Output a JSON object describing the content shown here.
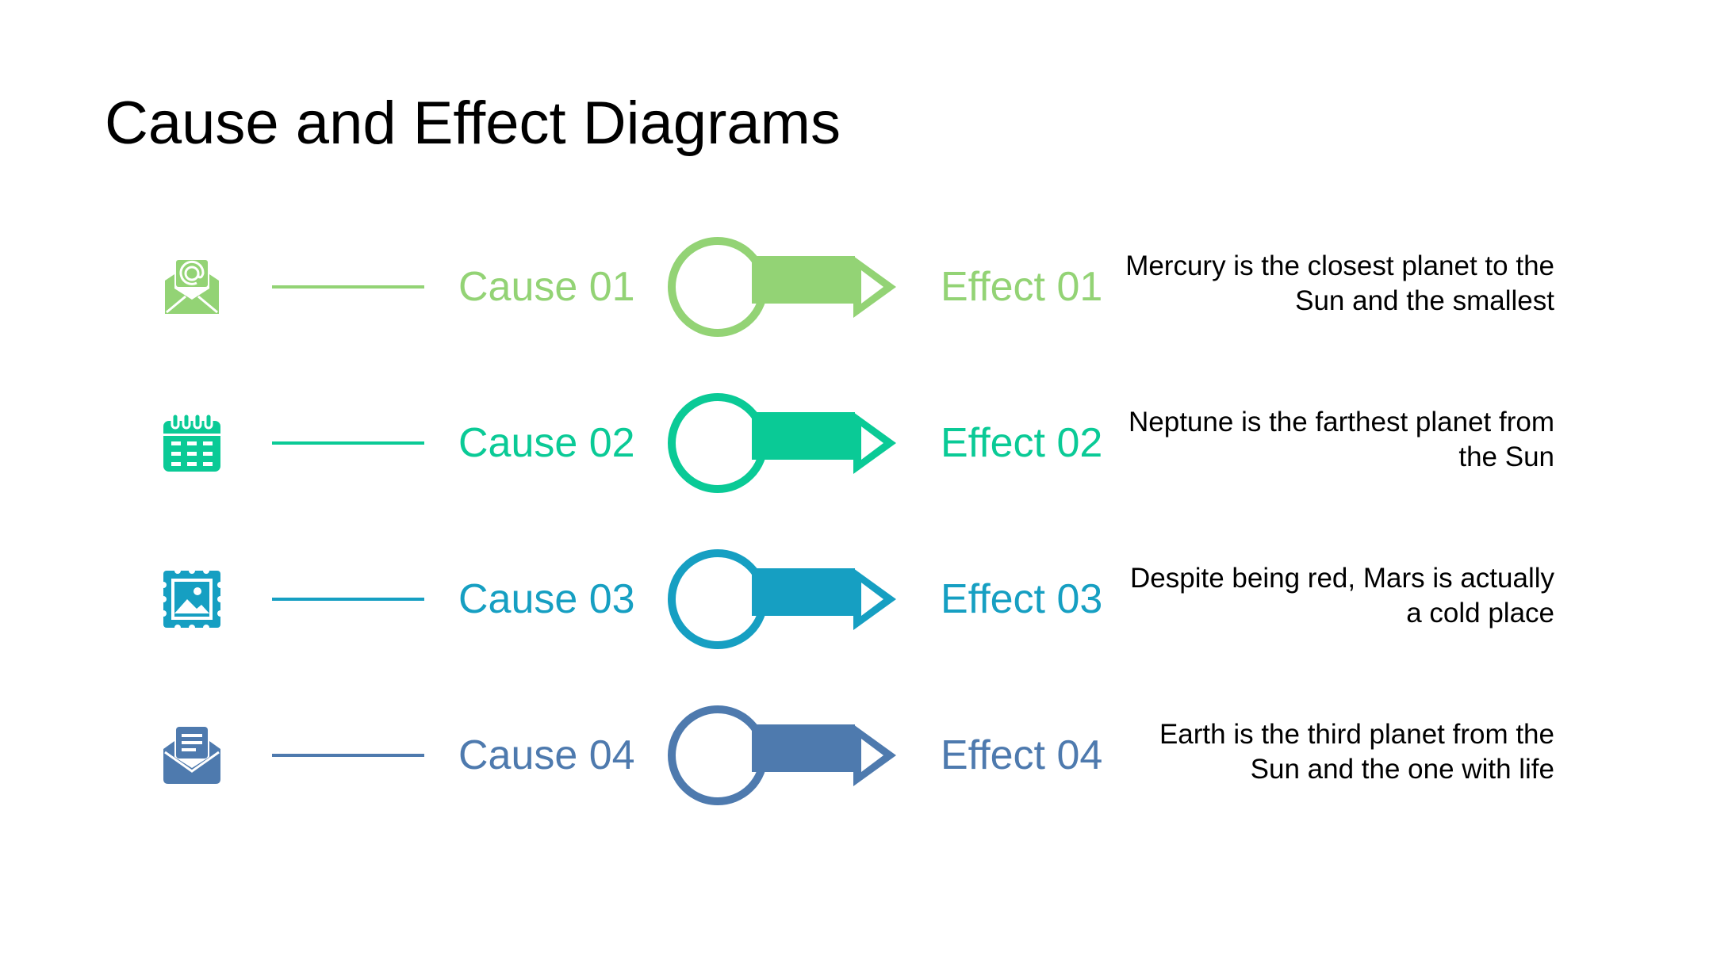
{
  "slide": {
    "title": "Cause and Effect Diagrams"
  },
  "rows": [
    {
      "cause": "Cause 01",
      "effect": "Effect 01",
      "description": "Mercury is the closest planet to the Sun and the smallest",
      "color": "#93D375",
      "icon": "envelope-at-icon"
    },
    {
      "cause": "Cause 02",
      "effect": "Effect 02",
      "description": "Neptune is the farthest planet from the Sun",
      "color": "#0ACA96",
      "icon": "calendar-icon"
    },
    {
      "cause": "Cause 03",
      "effect": "Effect 03",
      "description": "Despite being red, Mars is actually a cold place",
      "color": "#169FC2",
      "icon": "picture-icon"
    },
    {
      "cause": "Cause 04",
      "effect": "Effect 04",
      "description": "Earth is the third planet from the Sun and the one with life",
      "color": "#4E7AAE",
      "icon": "open-mail-icon"
    }
  ]
}
